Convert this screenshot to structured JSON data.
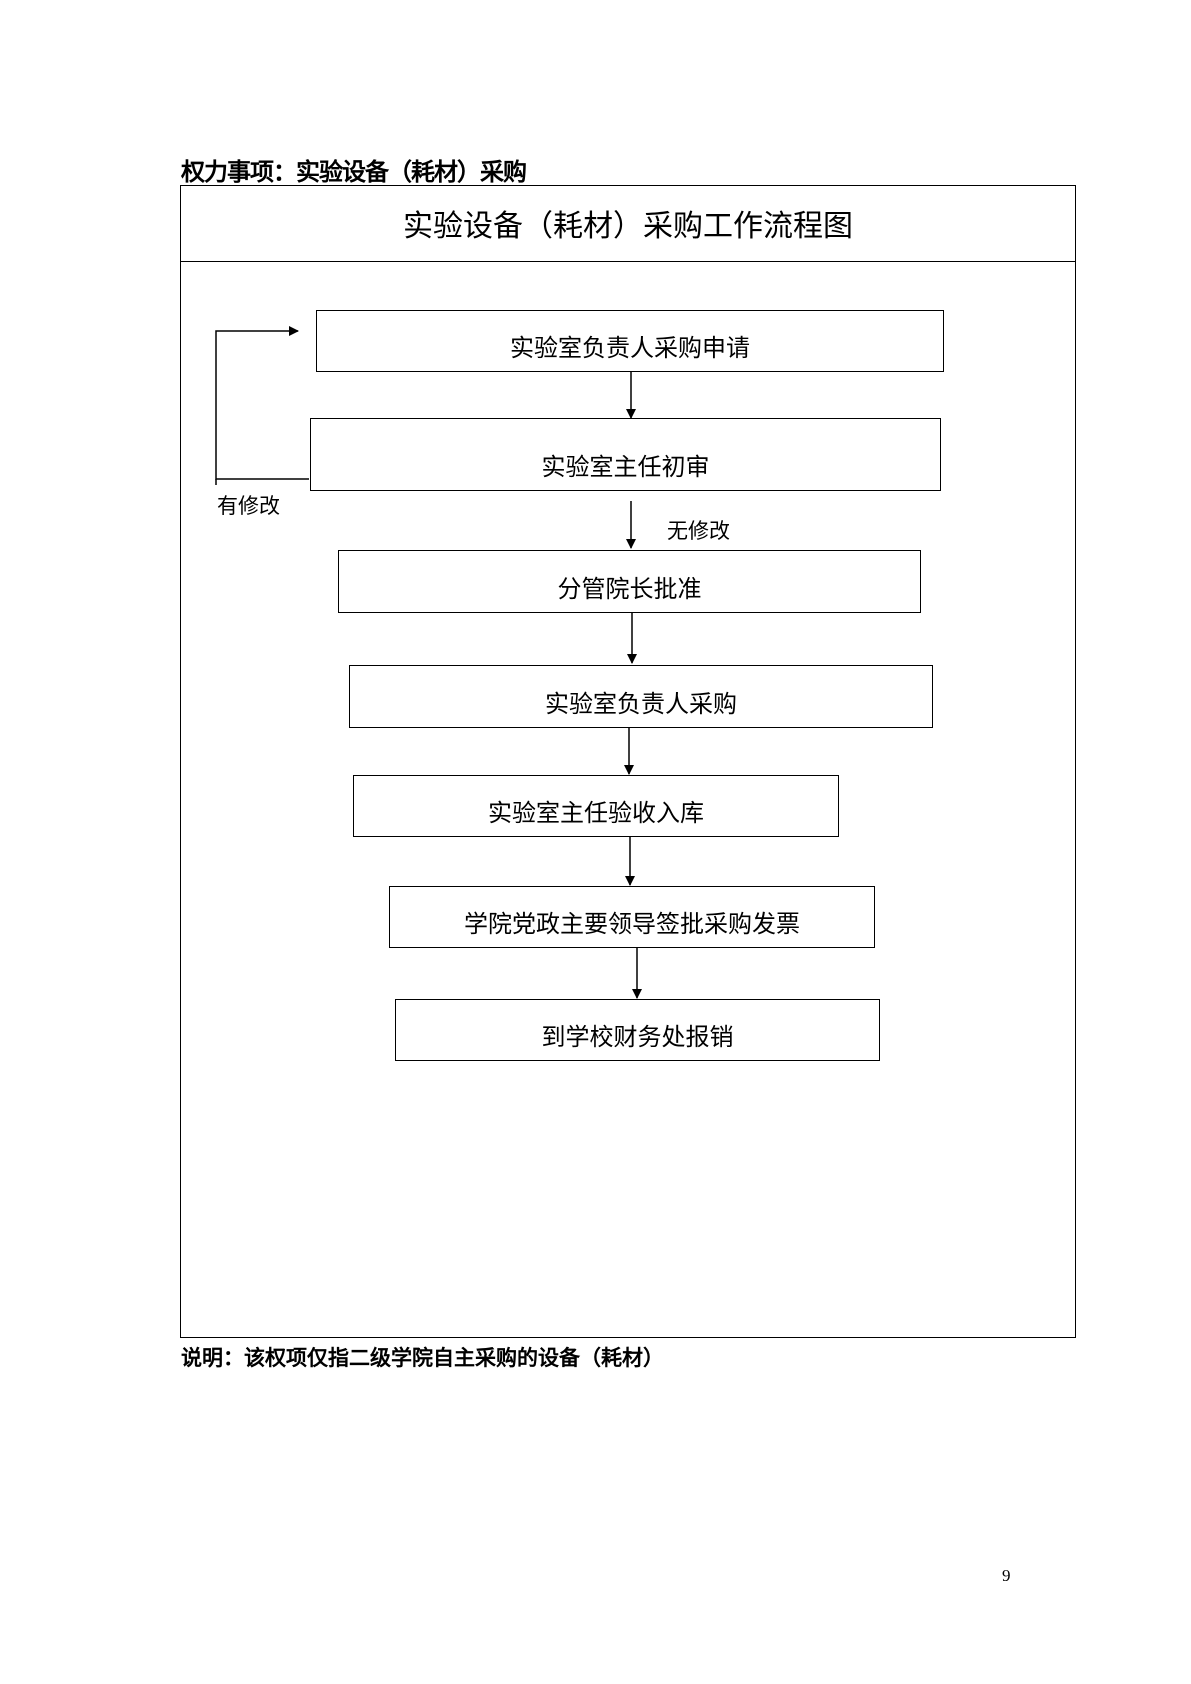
{
  "heading": "权力事项：实验设备（耗材）采购",
  "chart_title": "实验设备（耗材）采购工作流程图",
  "steps": [
    "实验室负责人采购申请",
    "实验室主任初审",
    "分管院长批准",
    "实验室负责人采购",
    "实验室主任验收入库",
    "学院党政主要领导签批采购发票",
    "到学校财务处报销"
  ],
  "labels": {
    "revise": "有修改",
    "no_revise": "无修改"
  },
  "note": "说明：该权项仅指二级学院自主采购的设备（耗材）",
  "page_number": "9"
}
